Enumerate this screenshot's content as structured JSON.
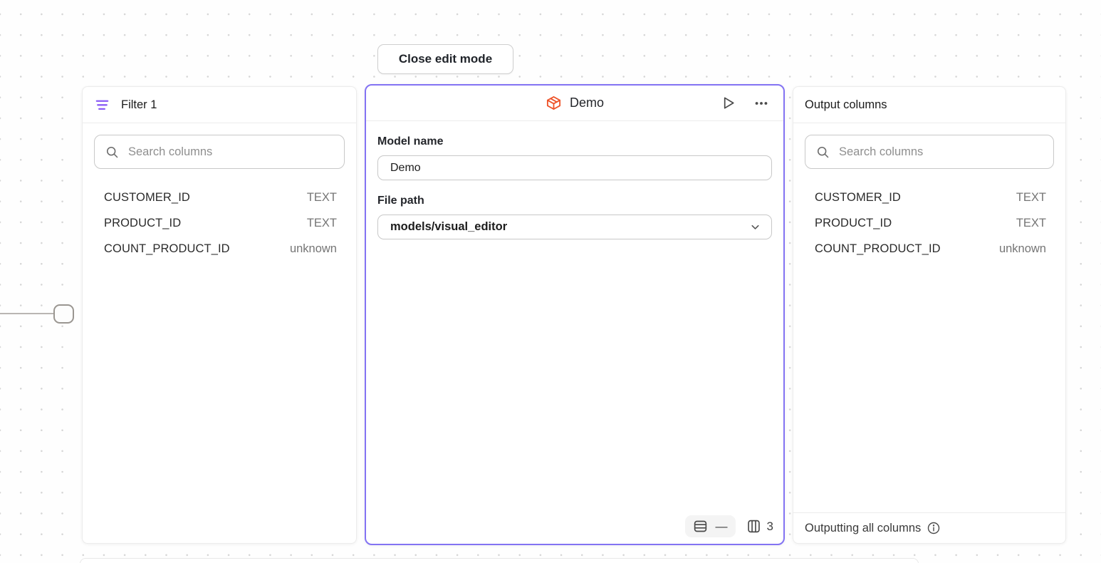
{
  "canvas": {
    "close_edit_button_label": "Close edit mode"
  },
  "filter_panel": {
    "title": "Filter 1",
    "search_placeholder": "Search columns",
    "columns": [
      {
        "name": "CUSTOMER_ID",
        "type": "TEXT"
      },
      {
        "name": "PRODUCT_ID",
        "type": "TEXT"
      },
      {
        "name": "COUNT_PRODUCT_ID",
        "type": "unknown"
      }
    ]
  },
  "model_panel": {
    "title": "Demo",
    "model_name_label": "Model name",
    "model_name_value": "Demo",
    "file_path_label": "File path",
    "file_path_value": "models/visual_editor",
    "stats": {
      "row_count": "—",
      "column_count": "3"
    }
  },
  "output_panel": {
    "title": "Output columns",
    "search_placeholder": "Search columns",
    "columns": [
      {
        "name": "CUSTOMER_ID",
        "type": "TEXT"
      },
      {
        "name": "PRODUCT_ID",
        "type": "TEXT"
      },
      {
        "name": "COUNT_PRODUCT_ID",
        "type": "unknown"
      }
    ],
    "footer_text": "Outputting all columns"
  },
  "icons": {
    "filter": "filter-lines-icon",
    "model": "cube-icon",
    "run": "play-icon",
    "more": "ellipsis-icon",
    "search": "magnifier-icon",
    "dropdown": "chevron-down-icon",
    "rows": "table-rows-icon",
    "columns": "table-columns-icon",
    "info": "info-circle-icon"
  },
  "colors": {
    "selection_border": "#8373f3",
    "filter_icon": "#8b5cf6",
    "model_icon": "#ee5329",
    "canvas_dot": "#d5d5d5"
  }
}
